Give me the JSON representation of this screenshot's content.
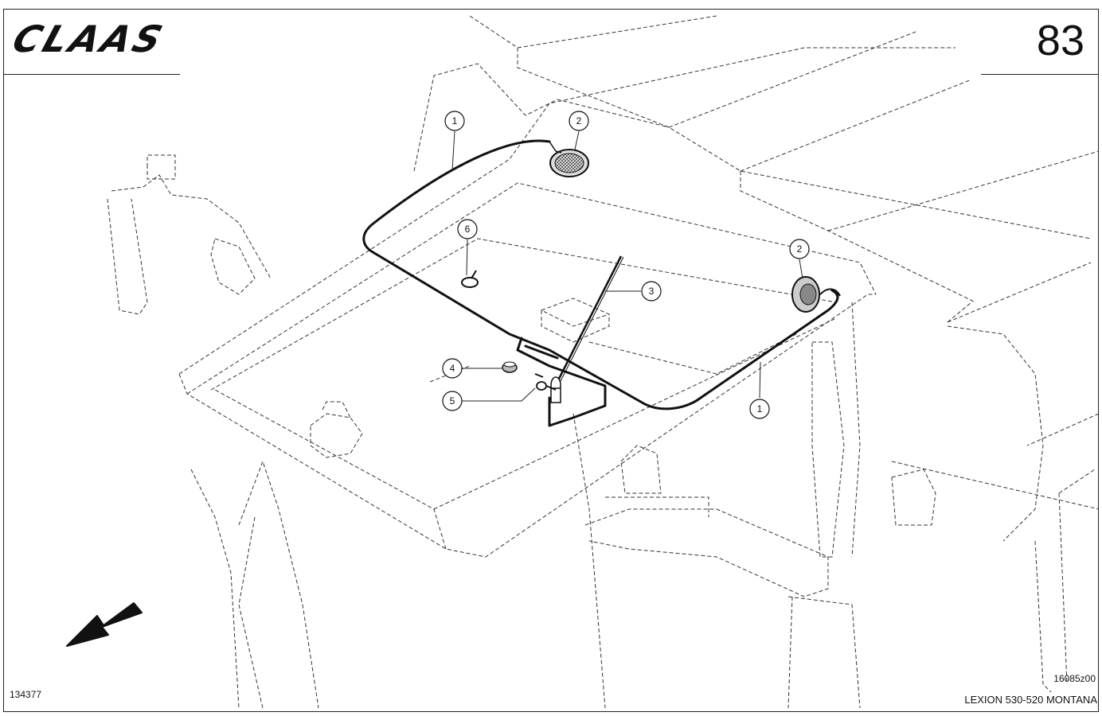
{
  "brand": {
    "name": "CLAAS"
  },
  "page": {
    "number": "83"
  },
  "footer": {
    "drawing_id": "134377",
    "figure_ref": "16085z00",
    "model": "LEXION 530-520 MONTANA"
  },
  "callouts": [
    {
      "id": "c1a",
      "label": "1"
    },
    {
      "id": "c2a",
      "label": "2"
    },
    {
      "id": "c6",
      "label": "6"
    },
    {
      "id": "c2b",
      "label": "2"
    },
    {
      "id": "c3",
      "label": "3"
    },
    {
      "id": "c4",
      "label": "4"
    },
    {
      "id": "c5",
      "label": "5"
    },
    {
      "id": "c1b",
      "label": "1"
    }
  ],
  "icons": {
    "direction": "arrow-down-left-icon"
  }
}
